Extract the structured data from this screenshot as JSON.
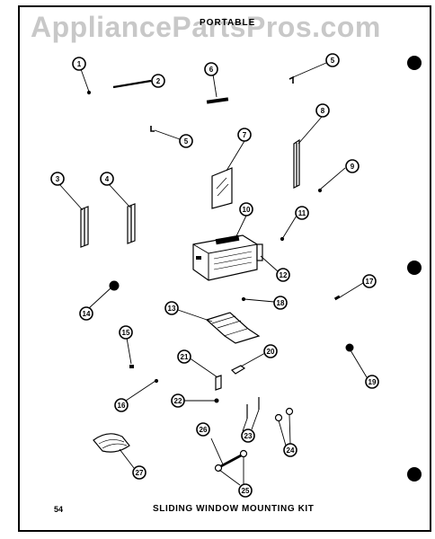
{
  "watermark": "AppliancePartsPros.com",
  "header_label": "PORTABLE",
  "page_number": "54",
  "caption": "SLIDING WINDOW MOUNTING KIT",
  "callouts": [
    "1",
    "2",
    "3",
    "4",
    "5",
    "5",
    "6",
    "7",
    "8",
    "9",
    "10",
    "11",
    "12",
    "13",
    "14",
    "15",
    "16",
    "17",
    "18",
    "19",
    "20",
    "21",
    "22",
    "23",
    "24",
    "25",
    "26",
    "27"
  ]
}
